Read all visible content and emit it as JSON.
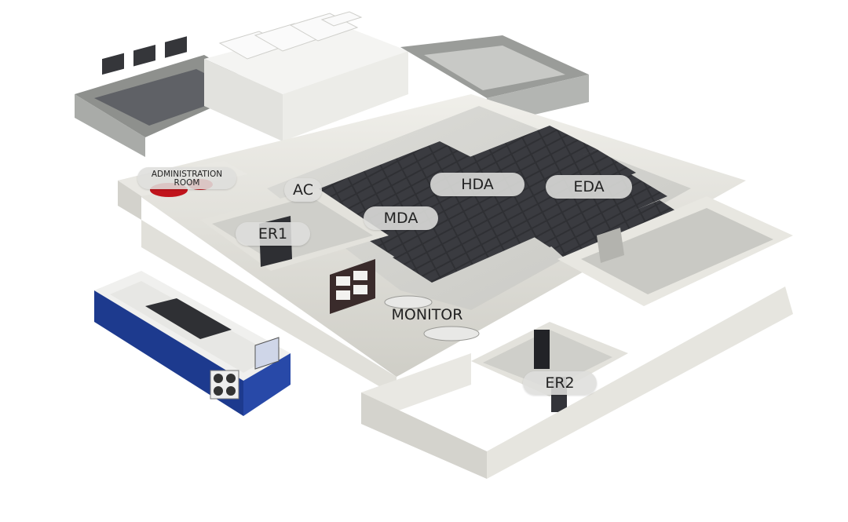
{
  "zones": {
    "admin_room_line1": "ADMINISTRATION",
    "admin_room_line2": "ROOM",
    "ac": "AC",
    "hda": "HDA",
    "eda": "EDA",
    "mda": "MDA",
    "er1": "ER1",
    "monitor": "MONITOR",
    "er2": "ER2"
  },
  "colors": {
    "wall": "#e6e5df",
    "floor": "#d9d9d4",
    "rack": "#2e2f33",
    "accent_blue": "#1d3a8e",
    "admin_chairs": "#c0141c",
    "roof_equipment": "#f3f3f3"
  }
}
